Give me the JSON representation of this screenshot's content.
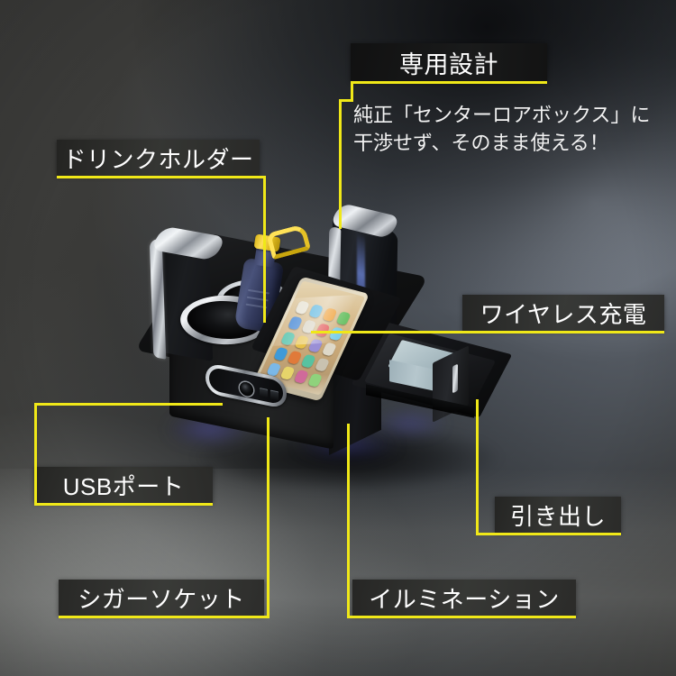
{
  "meta": {
    "kind": "product-infographic",
    "language": "ja",
    "accent_color": "#f0e818",
    "label_bg": "#2a2b29",
    "text_color": "#ffffff",
    "background_colors": [
      "#3f3f3d",
      "#202326",
      "#8b909a",
      "#3b3b39"
    ]
  },
  "callouts": {
    "design": {
      "label": "専用設計",
      "body_line1": "純正「センターロアボックス」に",
      "body_line2": "干渉せず、そのまま使える！"
    },
    "drink_holder": {
      "label": "ドリンクホルダー"
    },
    "wireless_charging": {
      "label": "ワイヤレス充電"
    },
    "usb_port": {
      "label": "USBポート"
    },
    "drawer": {
      "label": "引き出し"
    },
    "cigar_socket": {
      "label": "シガーソケット"
    },
    "illumination": {
      "label": "イルミネーション"
    }
  },
  "product": {
    "name": "center-console-box",
    "parts": {
      "bottle": "drink-bottle",
      "phone": "smartphone-on-charging-pad",
      "tissue_box": "box-in-drawer",
      "socket": "cigarette-socket",
      "usb": "usb-ports"
    }
  },
  "phone_icons": [
    "#e8e4d6",
    "#5bb6e0",
    "#f0a23c",
    "#6fc36a",
    "#4a8ad6",
    "#d9d4c4",
    "#e35b5b",
    "#7fd0ea",
    "#4ec0a8",
    "#e8c24a",
    "#9a8fd6",
    "#ded8c8",
    "#3f9ad8",
    "#e07a3a",
    "#58c2a0",
    "#c9c2b0",
    "#7bb8e8",
    "#e6d46a",
    "#d06a9a",
    "#8fd27c"
  ]
}
